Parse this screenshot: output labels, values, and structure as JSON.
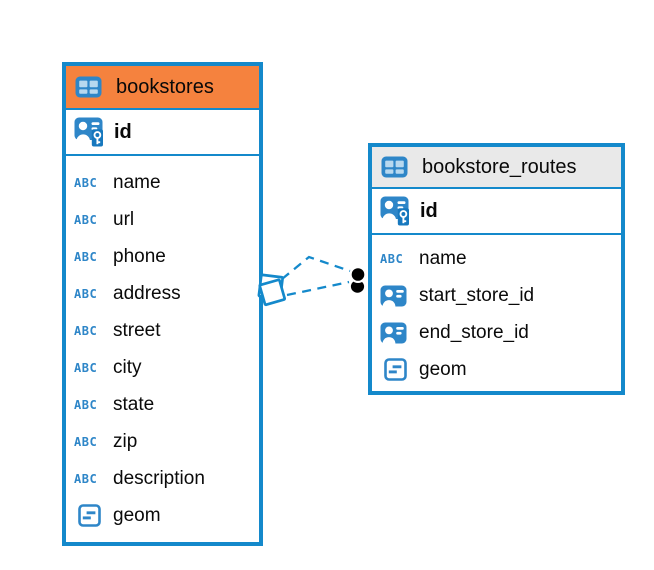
{
  "diagram": {
    "tables": [
      {
        "title": "bookstores",
        "pk": "id",
        "fields": [
          {
            "name": "name",
            "type": "text"
          },
          {
            "name": "url",
            "type": "text"
          },
          {
            "name": "phone",
            "type": "text"
          },
          {
            "name": "address",
            "type": "text"
          },
          {
            "name": "street",
            "type": "text"
          },
          {
            "name": "city",
            "type": "text"
          },
          {
            "name": "state",
            "type": "text"
          },
          {
            "name": "zip",
            "type": "text"
          },
          {
            "name": "description",
            "type": "text"
          },
          {
            "name": "geom",
            "type": "geometry"
          }
        ]
      },
      {
        "title": "bookstore_routes",
        "pk": "id",
        "fields": [
          {
            "name": "name",
            "type": "text"
          },
          {
            "name": "start_store_id",
            "type": "reference"
          },
          {
            "name": "end_store_id",
            "type": "reference"
          },
          {
            "name": "geom",
            "type": "geometry"
          }
        ]
      }
    ],
    "relationship": {
      "from_table": "bookstores",
      "to_table": "bookstore_routes",
      "line_style": "dashed",
      "line_count": 2
    },
    "icons": {
      "text_type_label": "ABC",
      "table_icon": "table-grid",
      "pk_icon": "person-key-badge",
      "reference_icon": "person-id-badge",
      "geometry_icon": "geometry-square",
      "source_marker": "stacked-squares",
      "target_marker": "black-dots"
    },
    "colors": {
      "table_border": "#1489CB",
      "bookstores_header": "#F5823E",
      "routes_header": "#E9E9E9",
      "icon_blue": "#2E86C8",
      "icon_cell_light": "#B7D8EF",
      "relation_line": "#1489CB",
      "relation_endpoint": "#000000",
      "text": "#0A0A0A"
    }
  }
}
